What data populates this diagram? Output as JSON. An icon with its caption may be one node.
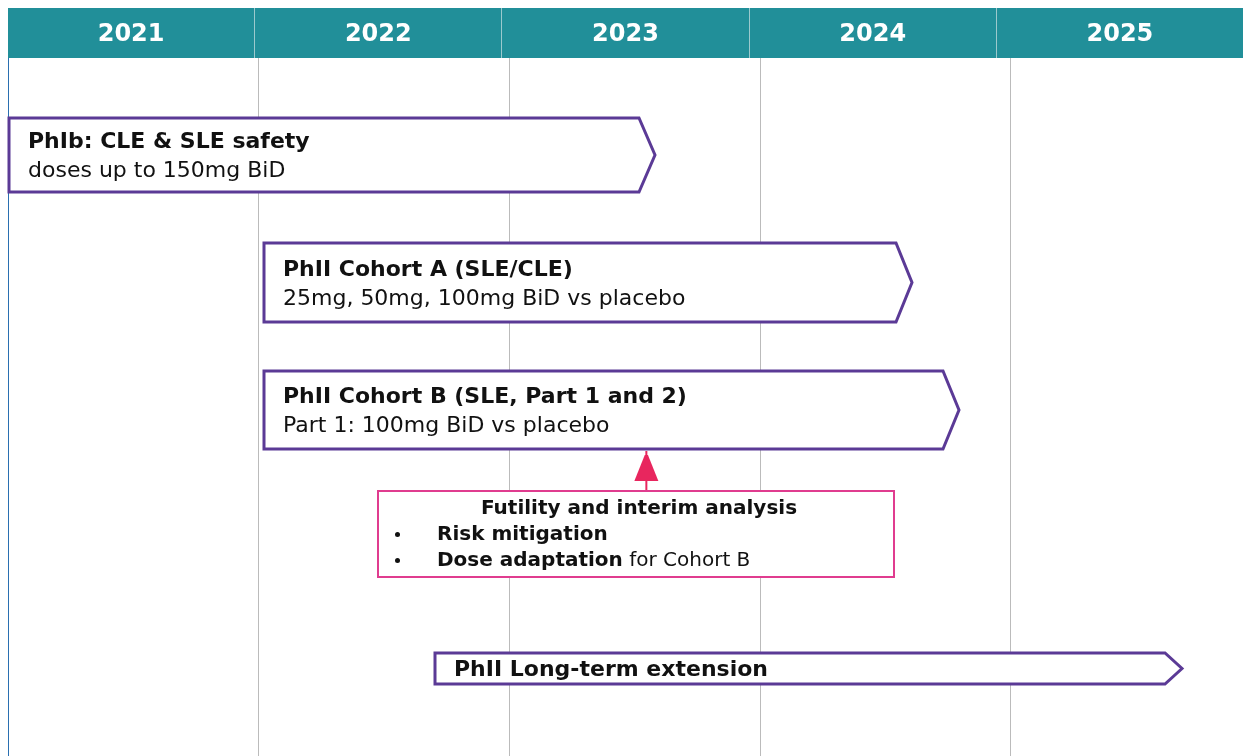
{
  "diagram": {
    "nodes": [
      {
        "text": [
          "PhIb: CLE & SLE safety",
          "doses up to 150mg BiD"
        ]
      },
      {
        "text": [
          "PhII Cohort A (SLE/CLE)",
          "25mg, 50mg, 100mg BiD vs placebo"
        ]
      },
      {
        "text": [
          "PhII Cohort B (SLE, Part 1 and 2)",
          "Part 1: 100mg BiD vs placebo"
        ]
      },
      {
        "text": [
          "Futility and interim analysis",
          "**Risk mitigation**",
          "**Dose adaptation** for Cohort B"
        ]
      },
      {
        "text": [
          "PhII Long-term extension"
        ]
      }
    ],
    "edges": [
      {
        "from": 3,
        "to": 2,
        "arrow": "to",
        "color": "#e8265e"
      }
    ],
    "labels": [
      "2021",
      "2022",
      "2023",
      "2024",
      "2025"
    ]
  }
}
